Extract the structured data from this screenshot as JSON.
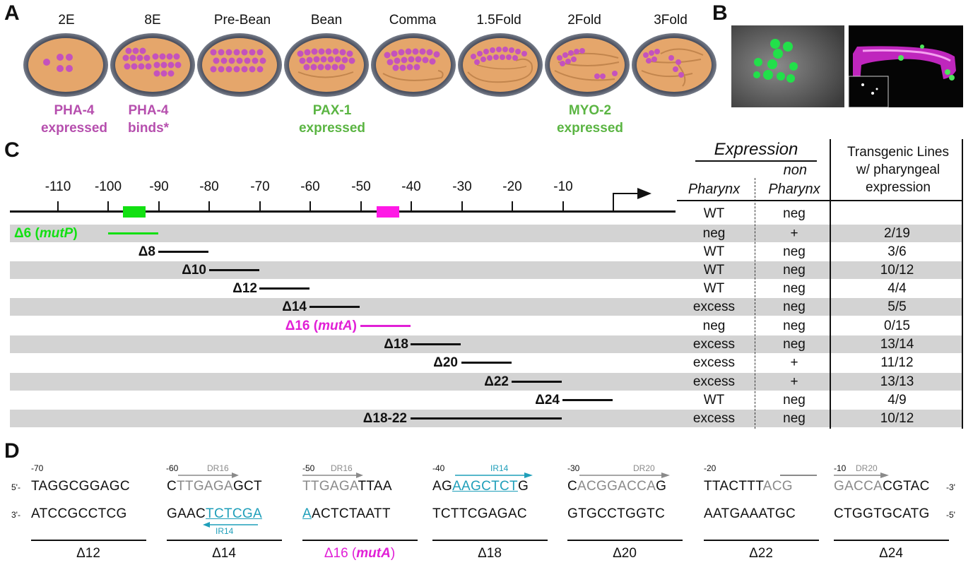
{
  "panels": {
    "a": "A",
    "b": "B",
    "c": "C",
    "d": "D"
  },
  "stages": [
    "2E",
    "8E",
    "Pre-Bean",
    "Bean",
    "Comma",
    "1.5Fold",
    "2Fold",
    "3Fold"
  ],
  "markers": {
    "pha4_expressed": [
      "PHA-4",
      "expressed"
    ],
    "pha4_binds": [
      "PHA-4",
      "binds*"
    ],
    "pax1_expressed": [
      "PAX-1",
      "expressed"
    ],
    "myo2_expressed": [
      "MYO-2",
      "expressed"
    ]
  },
  "colors": {
    "pha": "#b64fae",
    "pax": "#5bb543",
    "embryo_fill": "#e5a66b",
    "embryo_shell": "#4c5160",
    "cells": "#c452bd",
    "green_box": "#12e012",
    "magenta_box": "#ff19e6",
    "teal": "#1f9fba",
    "gray": "#8a8a8a",
    "band": "#d3d3d3"
  },
  "panelC": {
    "header": {
      "expression": "Expression",
      "non": "non",
      "pharynx": "Pharynx",
      "non_pharynx": "Pharynx",
      "transgenic": [
        "Transgenic Lines",
        "w/ pharyngeal",
        "expression"
      ]
    },
    "ticks": [
      "-110",
      "-100",
      "-90",
      "-80",
      "-70",
      "-60",
      "-50",
      "-40",
      "-30",
      "-20",
      "-10"
    ],
    "rows": [
      {
        "name": "",
        "pharynx": "WT",
        "nonpharynx": "neg",
        "lines": ""
      },
      {
        "name_prefix": "Δ6 (",
        "name_italic": "mutP",
        "name_suffix": ")",
        "pharynx": "neg",
        "nonpharynx": "+",
        "lines": "2/19"
      },
      {
        "name": "Δ8",
        "pharynx": "WT",
        "nonpharynx": "neg",
        "lines": "3/6"
      },
      {
        "name": "Δ10",
        "pharynx": "WT",
        "nonpharynx": "neg",
        "lines": "10/12"
      },
      {
        "name": "Δ12",
        "pharynx": "WT",
        "nonpharynx": "neg",
        "lines": "4/4"
      },
      {
        "name": "Δ14",
        "pharynx": "excess",
        "nonpharynx": "neg",
        "lines": "5/5"
      },
      {
        "name_prefix": "Δ16 (",
        "name_italic": "mutA",
        "name_suffix": ")",
        "pharynx": "neg",
        "nonpharynx": "neg",
        "lines": "0/15"
      },
      {
        "name": "Δ18",
        "pharynx": "excess",
        "nonpharynx": "neg",
        "lines": "13/14"
      },
      {
        "name": "Δ20",
        "pharynx": "excess",
        "nonpharynx": "+",
        "lines": "11/12"
      },
      {
        "name": "Δ22",
        "pharynx": "excess",
        "nonpharynx": "+",
        "lines": "13/13"
      },
      {
        "name": "Δ24",
        "pharynx": "WT",
        "nonpharynx": "neg",
        "lines": "4/9"
      },
      {
        "name": "Δ18-22",
        "pharynx": "excess",
        "nonpharynx": "neg",
        "lines": "10/12"
      }
    ]
  },
  "panelD": {
    "five": "5'-",
    "three": "3'-",
    "three_end": "-3'",
    "five_end": "-5'",
    "blocks": [
      {
        "pos": "-70",
        "top": "TAGGCGGAGC",
        "bottom": "ATCCGCCTCG",
        "name": "Δ12"
      },
      {
        "pos": "-60",
        "top_parts": [
          "C",
          "TTGAGA",
          "GCT"
        ],
        "bottom_parts": [
          "GAAC",
          "TCTCGA"
        ],
        "ann_top": "DR16",
        "ann_bottom": "IR14",
        "name": "Δ14"
      },
      {
        "pos": "-50",
        "top_parts": [
          "TTGAGA",
          "TTAA"
        ],
        "bottom_parts": [
          "A",
          "ACTCTAATT"
        ],
        "ann_top": "DR16",
        "name_prefix": "Δ16 (",
        "name_italic": "mutA",
        "name_suffix": ")"
      },
      {
        "pos": "-40",
        "top_parts": [
          "AG",
          "AAGCTCT",
          "G"
        ],
        "bottom": "TCTTCGAGAC",
        "ann_top": "IR14",
        "name": "Δ18"
      },
      {
        "pos": "-30",
        "top_parts": [
          "C",
          "ACGGACCA",
          "G"
        ],
        "bottom": "GTGCCTGGTC",
        "ann_top": "DR20",
        "name": "Δ20"
      },
      {
        "pos": "-20",
        "top_parts": [
          "TTACTTT",
          "ACG"
        ],
        "bottom": "AATGAAATGC",
        "name": "Δ22"
      },
      {
        "pos": "-10",
        "top_parts": [
          "GACCA",
          "CGTAC"
        ],
        "bottom": "CTGGTGCATG",
        "ann_top": "DR20",
        "name": "Δ24"
      }
    ]
  }
}
